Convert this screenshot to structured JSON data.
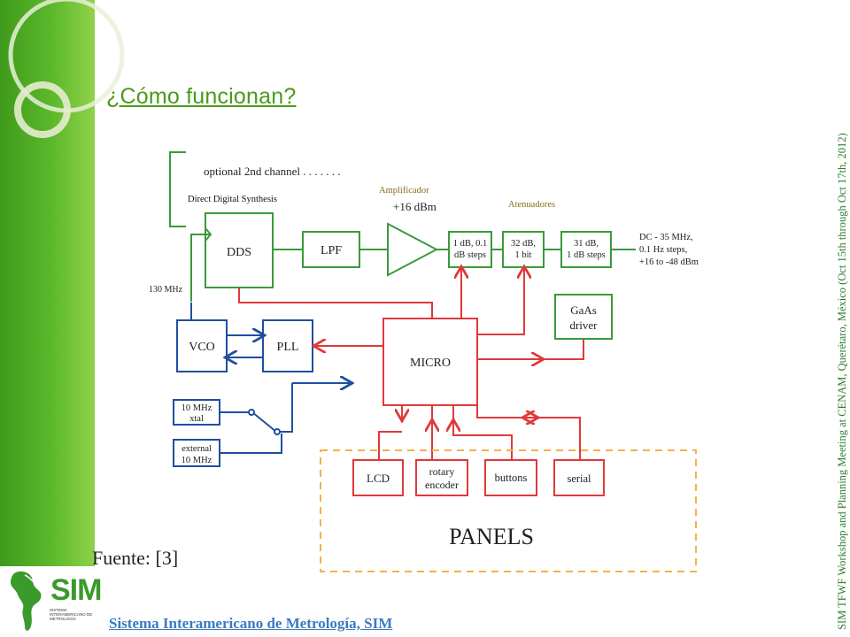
{
  "slide": {
    "title": "¿Cómo funcionan?",
    "source": "Fuente: [3]",
    "footer": "Sistema Interamericano de Metrología, SIM",
    "side_note": "SIM TFWF Workshop and Planning Meeting at CENAM, Querétaro, México (Oct 15th through Oct 17th, 2012)"
  },
  "logo": {
    "name": "SIM",
    "subtitle": "SISTEMA INTERAMERICANO DE METROLOGÍA",
    "icon": "americas-map-icon"
  },
  "diagram": {
    "optional_channel": "optional 2nd channel . . . . . . .",
    "dds_label": "Direct Digital Synthesis",
    "amp_label": "Amplificador",
    "amp_gain": "+16 dBm",
    "atten_label": "Atenuadores",
    "dds": "DDS",
    "lpf": "LPF",
    "att1": [
      "1 dB, 0.1",
      "dB steps"
    ],
    "att2": [
      "32 dB,",
      "1 bit"
    ],
    "att3": [
      "31 dB,",
      "1 dB steps"
    ],
    "output": [
      "DC - 35 MHz,",
      "0.1 Hz steps,",
      "+16 to -48 dBm"
    ],
    "gaas": [
      "GaAs",
      "driver"
    ],
    "clock": "130 MHz",
    "vco": "VCO",
    "pll": "PLL",
    "micro": "MICRO",
    "xtal": [
      "10 MHz",
      "xtal"
    ],
    "external": [
      "external",
      "10 MHz"
    ],
    "lcd": "LCD",
    "rotary": [
      "rotary",
      "encoder"
    ],
    "buttons": "buttons",
    "serial": "serial",
    "panels": "PANELS"
  },
  "colors": {
    "green_box": "#3a9a3a",
    "blue_box": "#1f4fa0",
    "red_box": "#e0393b",
    "panel_dash": "#f2b24a",
    "title": "#4a9a1a"
  }
}
